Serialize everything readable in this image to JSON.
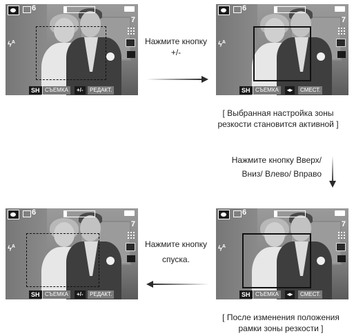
{
  "screens": [
    {
      "shots": "6",
      "res": "7",
      "flash_sup": "A",
      "key1": "SH",
      "label1": "СЪЕМКА",
      "key2": "+/-",
      "label2": "РЕДАКТ.",
      "status_fill": 0.1
    },
    {
      "shots": "6",
      "res": "7",
      "flash_sup": "A",
      "key1": "SH",
      "label1": "СЪЕМКА",
      "key2": "◂▸",
      "label2": "СМЕСТ.",
      "status_fill": 0.1
    },
    {
      "shots": "6",
      "res": "7",
      "flash_sup": "A",
      "key1": "SH",
      "label1": "СЪЕМКА",
      "key2": "+/-",
      "label2": "РЕДАКТ.",
      "status_fill": 0.1
    },
    {
      "shots": "6",
      "res": "7",
      "flash_sup": "A",
      "key1": "SH",
      "label1": "СЪЕМКА",
      "key2": "◂▸",
      "label2": "СМЕСТ.",
      "status_fill": 0.1
    }
  ],
  "captions": {
    "step1_line1": "Нажмите кнопку",
    "step1_line2": "+/-",
    "active_line1": "[ Выбранная настройка зоны",
    "active_line2": "резкости становится активной ]",
    "step2_line1": "Нажмите кнопку Вверх/",
    "step2_line2": "Вниз/ Влево/ Вправо",
    "step3_line1": "Нажмите кнопку",
    "step3_line2": "спуска.",
    "after_line1": "[ После изменения положения",
    "after_line2": "рамки зоны резкости ]"
  },
  "colors": {
    "arrow": "#2b2b2b",
    "frame": "#111111",
    "osd": "#ffffff"
  }
}
